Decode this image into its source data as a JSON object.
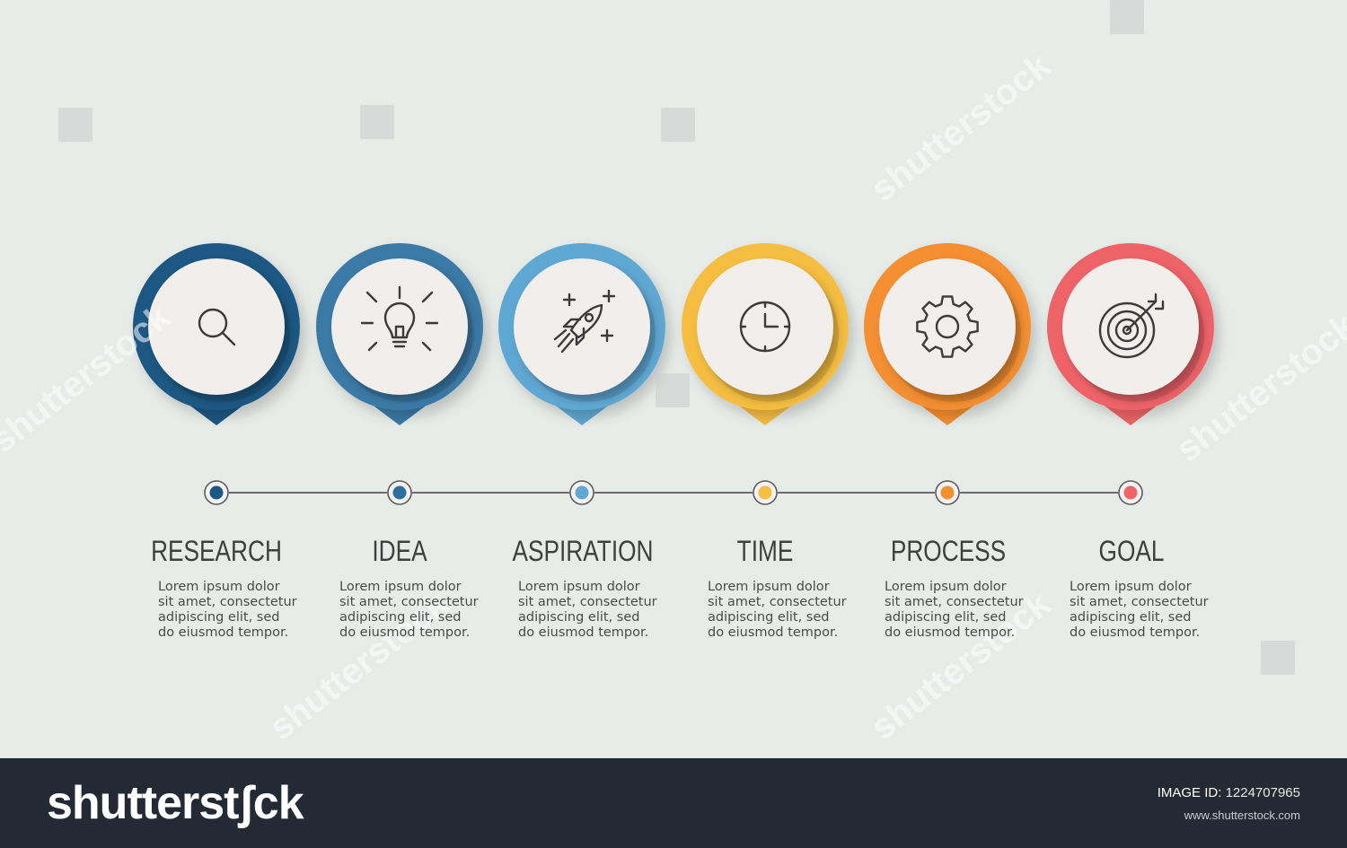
{
  "steps": [
    {
      "title": "RESEARCH",
      "icon": "magnifier-icon",
      "color": "#1d5883",
      "dot": "#1d5883",
      "text": "Lorem ipsum dolor\nsit amet, consectetur\nadipiscing elit, sed\ndo eiusmod tempor."
    },
    {
      "title": "IDEA",
      "icon": "lightbulb-icon",
      "color": "#3a7aa6",
      "dot": "#2f6f9e",
      "text": "Lorem ipsum dolor\nsit amet, consectetur\nadipiscing elit, sed\ndo eiusmod tempor."
    },
    {
      "title": "ASPIRATION",
      "icon": "rocket-icon",
      "color": "#5fa8d3",
      "dot": "#5fa8d3",
      "text": "Lorem ipsum dolor\nsit amet, consectetur\nadipiscing elit, sed\ndo eiusmod tempor."
    },
    {
      "title": "TIME",
      "icon": "clock-icon",
      "color": "#f5be43",
      "dot": "#f4bf42",
      "text": "Lorem ipsum dolor\nsit amet, consectetur\nadipiscing elit, sed\ndo eiusmod tempor."
    },
    {
      "title": "PROCESS",
      "icon": "gear-icon",
      "color": "#f48f30",
      "dot": "#f48f30",
      "text": "Lorem ipsum dolor\nsit amet, consectetur\nadipiscing elit, sed\ndo eiusmod tempor."
    },
    {
      "title": "GOAL",
      "icon": "target-icon",
      "color": "#ee6467",
      "dot": "#ee6467",
      "text": "Lorem ipsum dolor\nsit amet, consectetur\nadipiscing elit, sed\ndo eiusmod tempor."
    }
  ],
  "watermark": "shutterstock",
  "footer": {
    "brand": "shutterstʃck",
    "image_id_label": "IMAGE ID:",
    "image_id": "1224707965",
    "site": "www.shutterstock.com"
  },
  "colors": {
    "background": "#e7ece9",
    "footer": "#242a33",
    "connector": "#6e6a70",
    "icon_stroke": "#3b3b3b"
  }
}
